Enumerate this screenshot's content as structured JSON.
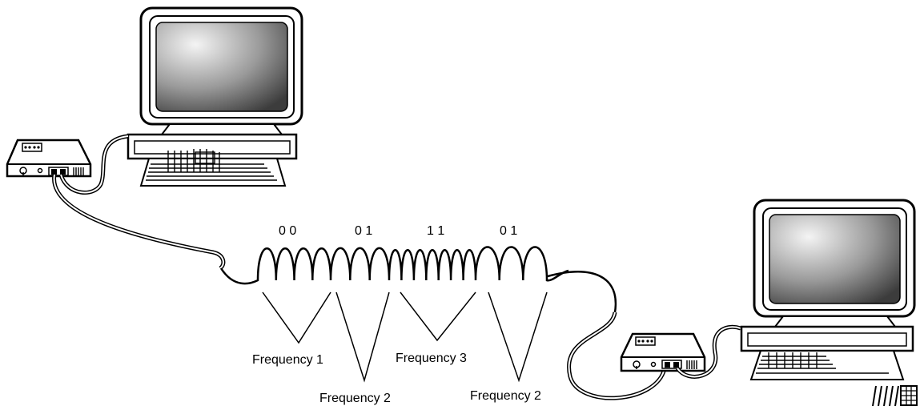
{
  "bit_groups": [
    {
      "text": "0 0"
    },
    {
      "text": "0 1"
    },
    {
      "text": "1 1"
    },
    {
      "text": "0 1"
    }
  ],
  "frequency_labels": [
    {
      "text": "Frequency 1"
    },
    {
      "text": "Frequency 2"
    },
    {
      "text": "Frequency 3"
    },
    {
      "text": "Frequency 2"
    }
  ],
  "colors": {
    "line": "#000000",
    "screen_dark": "#3a3a3a",
    "screen_light": "#f2f2f2"
  }
}
